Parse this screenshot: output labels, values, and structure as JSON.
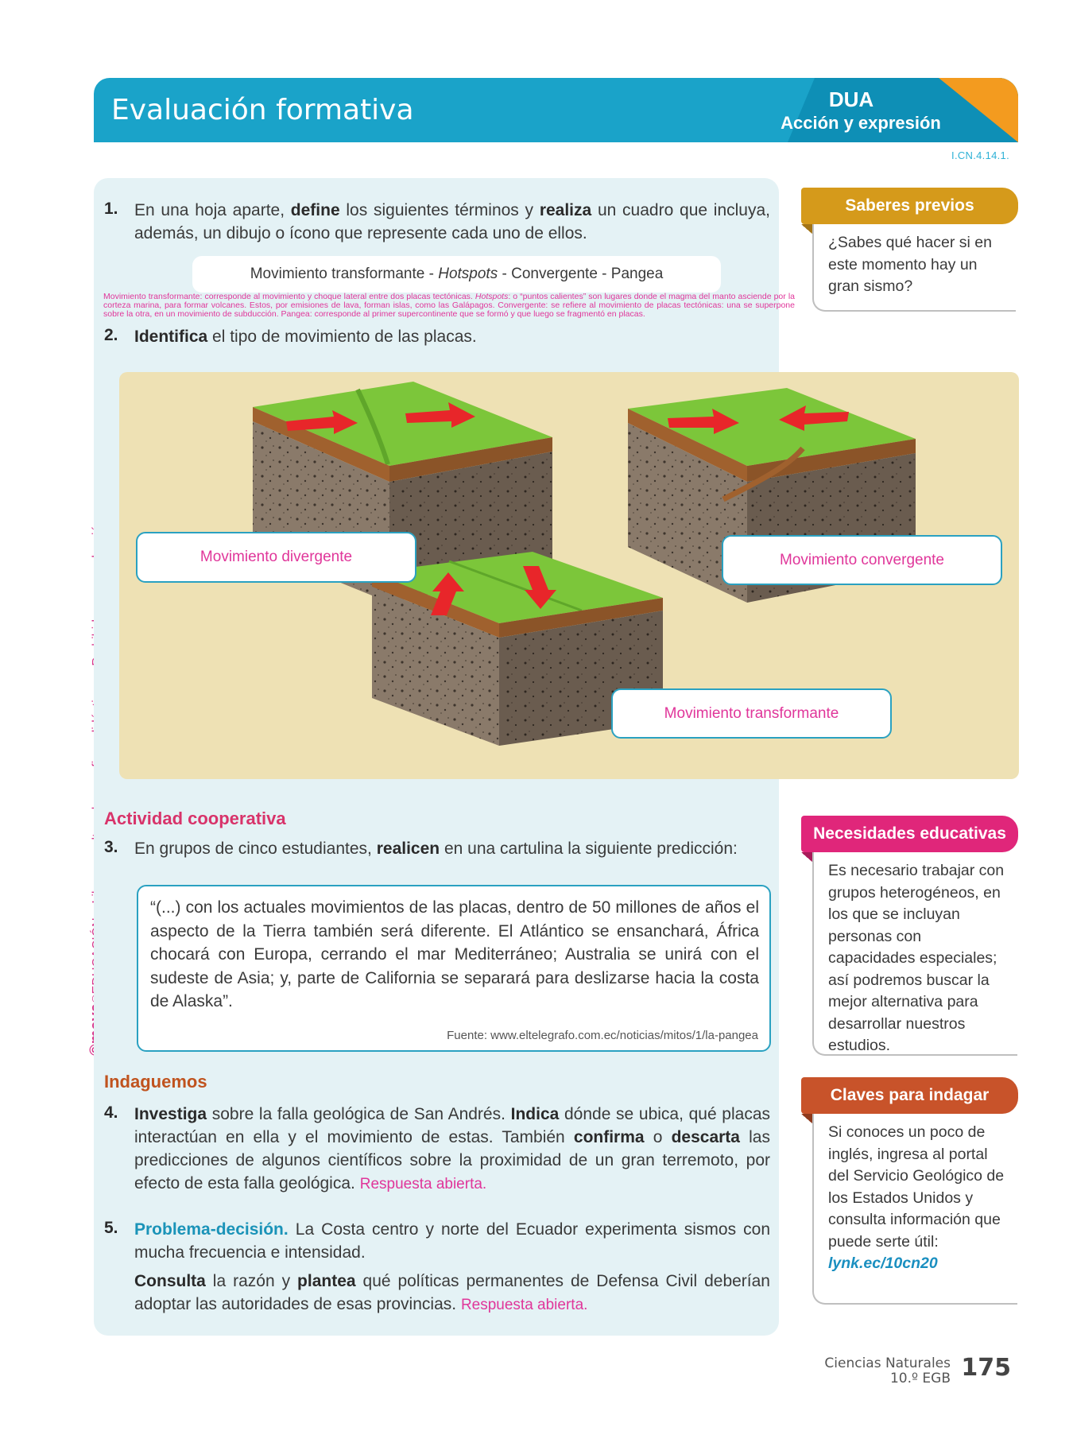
{
  "header": {
    "title": "Evaluación formativa",
    "dua": "DUA",
    "dua_subtitle": "Acción y expresión",
    "code": "I.CN.4.14.1."
  },
  "side_text": {
    "brand": "©maya",
    "reg": "®",
    "rest": "EDUCACIÓN – Libro resuelto solo para fines didácticos – Prohibida su reproducción"
  },
  "q1": {
    "number": "1.",
    "t1": "En una hoja aparte,",
    "b1": "define",
    "t2": "los siguientes términos y",
    "b2": "realiza",
    "t3": "un cuadro que incluya, además, un dibujo o ícono que represente cada uno de ellos.",
    "terms_a": "Movimiento transformante - ",
    "terms_italic": "Hotspots",
    "terms_b": " - Convergente - Pangea",
    "answer_a": "Movimiento transformante: corresponde al movimiento y choque lateral entre dos placas tectónicas. ",
    "answer_italic": "Hotspots",
    "answer_b": ": o “puntos calientes” son lugares donde el magma del manto asciende por la corteza marina, para formar volcanes. Estos, por emisiones de lava, forman islas, como las Galápagos. Convergente: se refiere al movimiento de placas tectónicas: una se superpone sobre la otra, en un movimiento de subducción. Pangea: corresponde al primer supercontinente que se formó y que luego se fragmentó en placas."
  },
  "q2": {
    "number": "2.",
    "bold": "Identifica",
    "rest": "el tipo de movimiento de las placas.",
    "labels": [
      "Movimiento divergente",
      "Movimiento convergente",
      "Movimiento transformante"
    ]
  },
  "q3": {
    "section": "Actividad cooperativa",
    "number": "3.",
    "t1": "En grupos de cinco estudiantes,",
    "bold": "realicen",
    "t2": "en una cartulina la siguiente predicción:",
    "quote": "“(...) con los actuales movimientos de las placas, dentro de 50 millones de años el aspecto de la Tierra también será diferente. El Atlántico se ensanchará, África chocará con Europa, cerrando el mar Mediterráneo; Australia se unirá con el sudeste de Asia; y, parte de California se separará para deslizarse hacia la costa de Alaska”.",
    "source": "Fuente: www.eltelegrafo.com.ec/noticias/mitos/1/la-pangea"
  },
  "q4": {
    "section": "Indaguemos",
    "number": "4.",
    "b1": "Investiga",
    "t1": "sobre la falla geológica de San Andrés.",
    "b2": "Indica",
    "t2": "dónde se ubica, qué placas interactúan en ella y el movimiento de estas. También",
    "b3": "confirma",
    "t3": "o",
    "b4": "descarta",
    "t4": "las predicciones de algunos científicos sobre la proximidad de un gran terremoto, por efecto de esta falla geológica.",
    "answer": "Respuesta abierta."
  },
  "q5": {
    "number": "5.",
    "head": "Problema-decisión.",
    "t1": "La Costa centro y norte del Ecuador experimenta sismos con mucha frecuencia e intensidad.",
    "b1": "Consulta",
    "t2": "la razón y",
    "b2": "plantea",
    "t3": "qué políticas permanentes de Defensa Civil deberían adoptar las autoridades de esas provincias.",
    "answer": "Respuesta abierta."
  },
  "sidebar": {
    "saberes": {
      "title": "Saberes previos",
      "body": "¿Sabes qué hacer si en este momento hay un gran sismo?",
      "color": "#d59a1b"
    },
    "necesidades": {
      "title": "Necesidades educativas",
      "body": "Es necesario trabajar con grupos heterogéneos, en los que se incluyan personas con capacidades especiales; así podremos buscar la mejor alternativa para desarrollar nuestros estudios.",
      "color": "#e0267a"
    },
    "claves": {
      "title": "Claves para indagar",
      "body": "Si conoces un poco de inglés, ingresa al portal del Servicio Geológico de los Estados Unidos y consulta información que puede serte útil:",
      "link": "lynk.ec/10cn20",
      "color": "#c8532a"
    }
  },
  "footer": {
    "subject": "Ciencias Naturales",
    "grade": "10.º EGB",
    "page": "175"
  },
  "colors": {
    "header": "#1aa3c9",
    "accent_orange": "#f39b1f",
    "answer_pink": "#e0369a",
    "section_pink": "#d8336a",
    "section_brown": "#c0531e",
    "problema_blue": "#1a93b8"
  }
}
